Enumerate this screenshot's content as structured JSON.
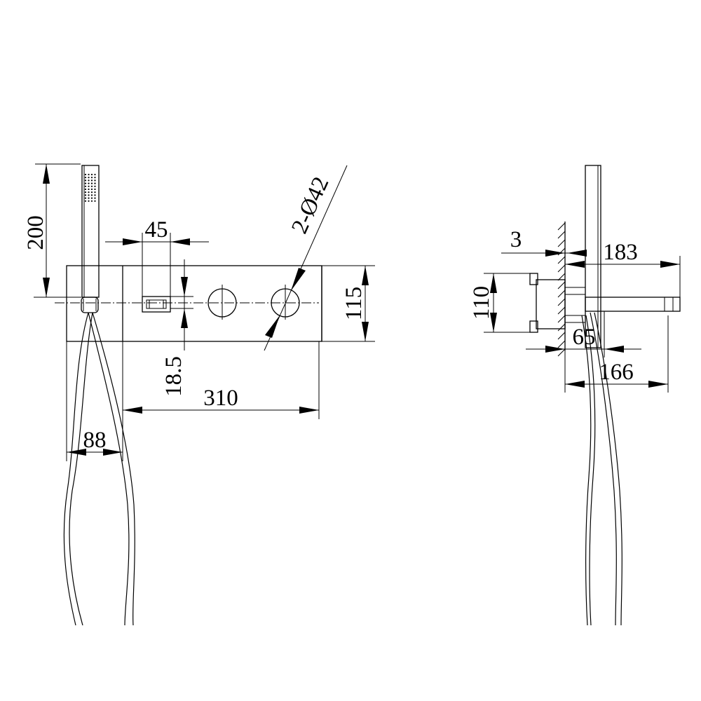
{
  "front_view": {
    "dimensions": {
      "handshower_height": "200",
      "cartridge_width": "45",
      "knob_diameter": "2-Ø42",
      "panel_height": "115",
      "cartridge_offset": "18.5",
      "panel_length": "310",
      "holder_width": "88"
    }
  },
  "side_view": {
    "dimensions": {
      "plate_thickness": "3",
      "spout_length": "183",
      "body_height": "110",
      "spout_projection": "65",
      "total_depth": "166"
    }
  }
}
